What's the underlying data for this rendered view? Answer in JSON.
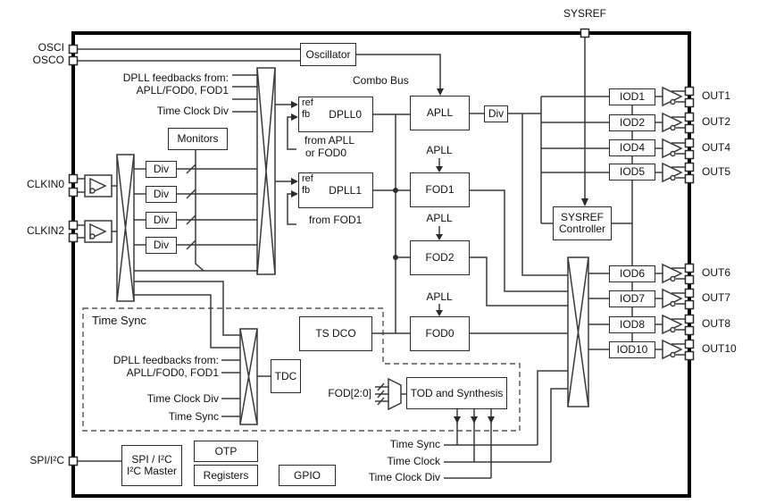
{
  "pins": {
    "sysref": "SYSREF",
    "osci": "OSCI",
    "osco": "OSCO",
    "clkin0": "CLKIN0",
    "clkin2": "CLKIN2",
    "spi_i2c": "SPI/I²C"
  },
  "outputs": {
    "out1": "OUT1",
    "out2": "OUT2",
    "out4": "OUT4",
    "out5": "OUT5",
    "out6": "OUT6",
    "out7": "OUT7",
    "out8": "OUT8",
    "out10": "OUT10"
  },
  "blocks": {
    "oscillator": "Oscillator",
    "monitors": "Monitors",
    "div": "Div",
    "dpll0": "DPLL0",
    "dpll1": "DPLL1",
    "ref": "ref",
    "fb": "fb",
    "apll": "APLL",
    "fod1": "FOD1",
    "fod2": "FOD2",
    "fod0": "FOD0",
    "ts_dco": "TS DCO",
    "tdc": "TDC",
    "tod_synthesis": "TOD and Synthesis",
    "sysref_ctrl_line1": "SYSREF",
    "sysref_ctrl_line2": "Controller",
    "iod1": "IOD1",
    "iod2": "IOD2",
    "iod4": "IOD4",
    "iod5": "IOD5",
    "iod6": "IOD6",
    "iod7": "IOD7",
    "iod8": "IOD8",
    "iod10": "IOD10",
    "spi_line1": "SPI / I²C",
    "spi_line2": "I²C Master",
    "otp": "OTP",
    "registers": "Registers",
    "gpio": "GPIO"
  },
  "labels": {
    "combo_bus": "Combo Bus",
    "dpll_feedbacks_1": "DPLL feedbacks from:",
    "dpll_feedbacks_2": "APLL/FOD0, FOD1",
    "time_clock_div": "Time Clock Div",
    "from_apll_1": "from APLL",
    "from_apll_2": "or FOD0",
    "from_fod1": "from FOD1",
    "apll_signal": "APLL",
    "time_sync_title": "Time Sync",
    "time_sync": "Time Sync",
    "time_clock": "Time Clock",
    "fod_2_0": "FOD[2:0]"
  }
}
